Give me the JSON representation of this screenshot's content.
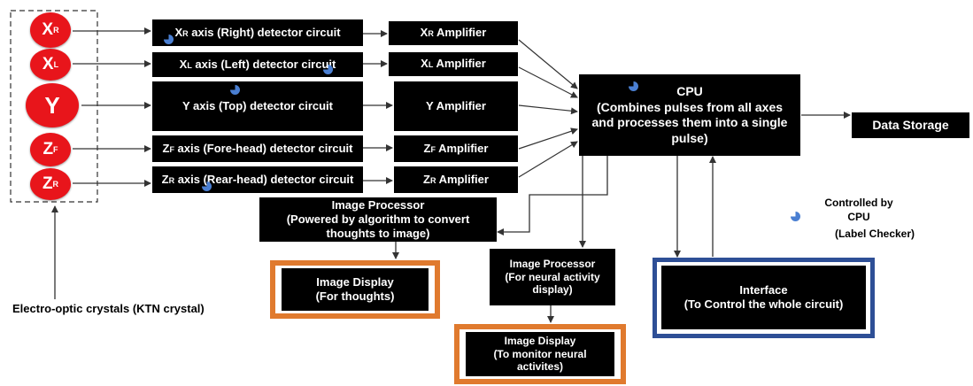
{
  "crystals": {
    "xr": {
      "main": "X",
      "sub": "R"
    },
    "xl": {
      "main": "X",
      "sub": "L"
    },
    "y": {
      "main": "Y"
    },
    "zf": {
      "main": "Z",
      "sub": "F"
    },
    "zr": {
      "main": "Z",
      "sub": "R"
    },
    "caption": "Electro-optic crystals (KTN crystal)"
  },
  "detectors": {
    "xr": {
      "pre": "X",
      "sub": "R",
      "text": " axis (Right) detector circuit"
    },
    "xl": {
      "pre": "X",
      "sub": "L",
      "text": " axis (Left) detector circuit"
    },
    "y": {
      "text": "Y axis (Top) detector circuit"
    },
    "zf": {
      "pre": "Z",
      "sub": "F",
      "text": " axis (Fore-head) detector circuit"
    },
    "zr": {
      "pre": "Z",
      "sub": "R",
      "text": " axis (Rear-head) detector circuit"
    }
  },
  "amplifiers": {
    "xr": {
      "pre": "X",
      "sub": "R",
      "text": " Amplifier"
    },
    "xl": {
      "pre": "X",
      "sub": "L",
      "text": " Amplifier"
    },
    "y": {
      "text": "Y Amplifier"
    },
    "zf": {
      "pre": "Z",
      "sub": "F",
      "text": " Amplifier"
    },
    "zr": {
      "pre": "Z",
      "sub": "R",
      "text": " Amplifier"
    }
  },
  "cpu": {
    "title": "CPU",
    "desc": "(Combines pulses from all axes and processes them into a single pulse)"
  },
  "data_storage": "Data Storage",
  "image_processor_thoughts": {
    "title": "Image Processor",
    "desc": "(Powered by algorithm to convert thoughts to image)"
  },
  "image_display_thoughts": {
    "title": "Image Display",
    "desc": "(For thoughts)"
  },
  "image_processor_neural": {
    "title": "Image Processor",
    "desc": "(For neural activity display)"
  },
  "image_display_neural": {
    "title": "Image Display",
    "desc": "(To monitor neural activites)"
  },
  "interface": {
    "title": "Interface",
    "desc": "(To Control the whole circuit)"
  },
  "legend": {
    "controlled_by": "Controlled by CPU",
    "label_checker": "(Label Checker)"
  },
  "colors": {
    "crystal": "#e8151b",
    "box": "#000000",
    "orange_frame": "#e07a2e",
    "blue_frame": "#2e4f96",
    "marker": "#4a7fd2"
  }
}
